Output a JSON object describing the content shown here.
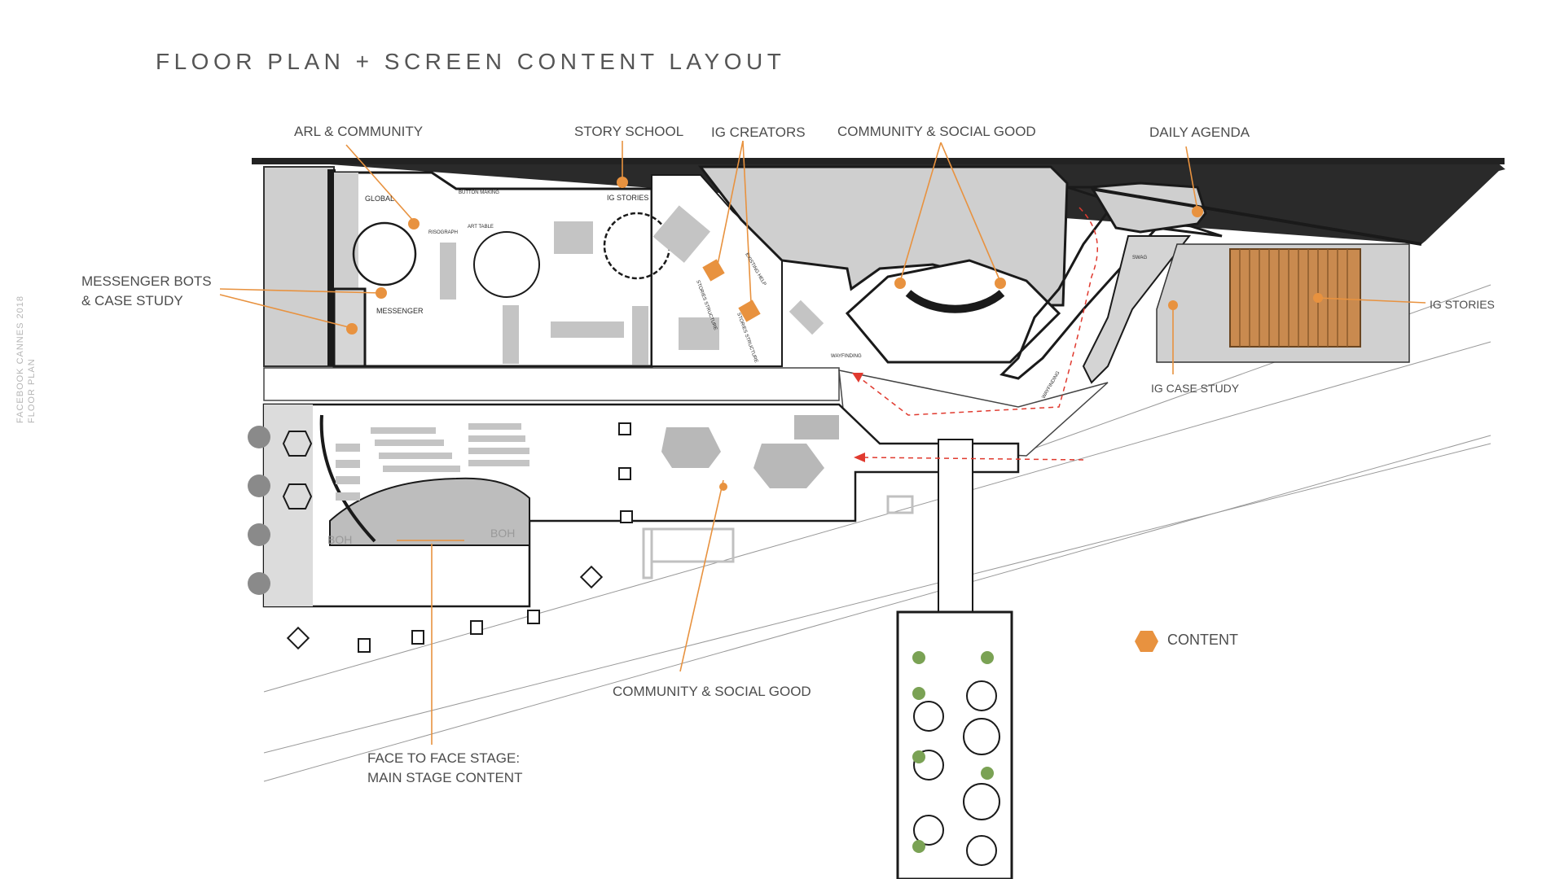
{
  "title": "FLOOR PLAN + SCREEN CONTENT LAYOUT",
  "side_label": [
    "FACEBOOK CANNES 2018",
    "FLOOR PLAN"
  ],
  "colors": {
    "accent": "#E8923F",
    "wall": "#1a1a1a",
    "zone": "#cfcfcf",
    "furniture": "#bdbdbd",
    "path": "#e03a2f"
  },
  "callouts": {
    "arl": "ARL & COMMUNITY",
    "story_school": "STORY SCHOOL",
    "ig_creators": "IG CREATORS",
    "community_top": "COMMUNITY & SOCIAL GOOD",
    "daily_agenda": "DAILY AGENDA",
    "messenger_1": "MESSENGER BOTS",
    "messenger_2": "& CASE STUDY",
    "ig_stories": "IG STORIES",
    "ig_case_study": "IG CASE STUDY",
    "community_bottom": "COMMUNITY & SOCIAL GOOD",
    "stage_1": "FACE TO FACE STAGE:",
    "stage_2": "MAIN STAGE CONTENT"
  },
  "legend": {
    "icon": "hexagon-icon",
    "label": "CONTENT"
  },
  "plan_labels": {
    "global": "GLOBAL",
    "messenger": "MESSENGER",
    "button_making": "BUTTON MAKING",
    "art_table": "ART TABLE",
    "risograph": "RISOGRAPH",
    "ig_stories": "IG STORIES",
    "stories_structure_a": "STORIES STRUCTURE",
    "stories_structure_b": "STORIES STRUCTURE",
    "existing_help": "EXISTING HELP",
    "wayfinding_a": "WAYFINDING",
    "wayfinding_b": "WAYFINDING",
    "swag": "SWAG",
    "boh_left": "BOH",
    "boh_right": "BOH"
  }
}
